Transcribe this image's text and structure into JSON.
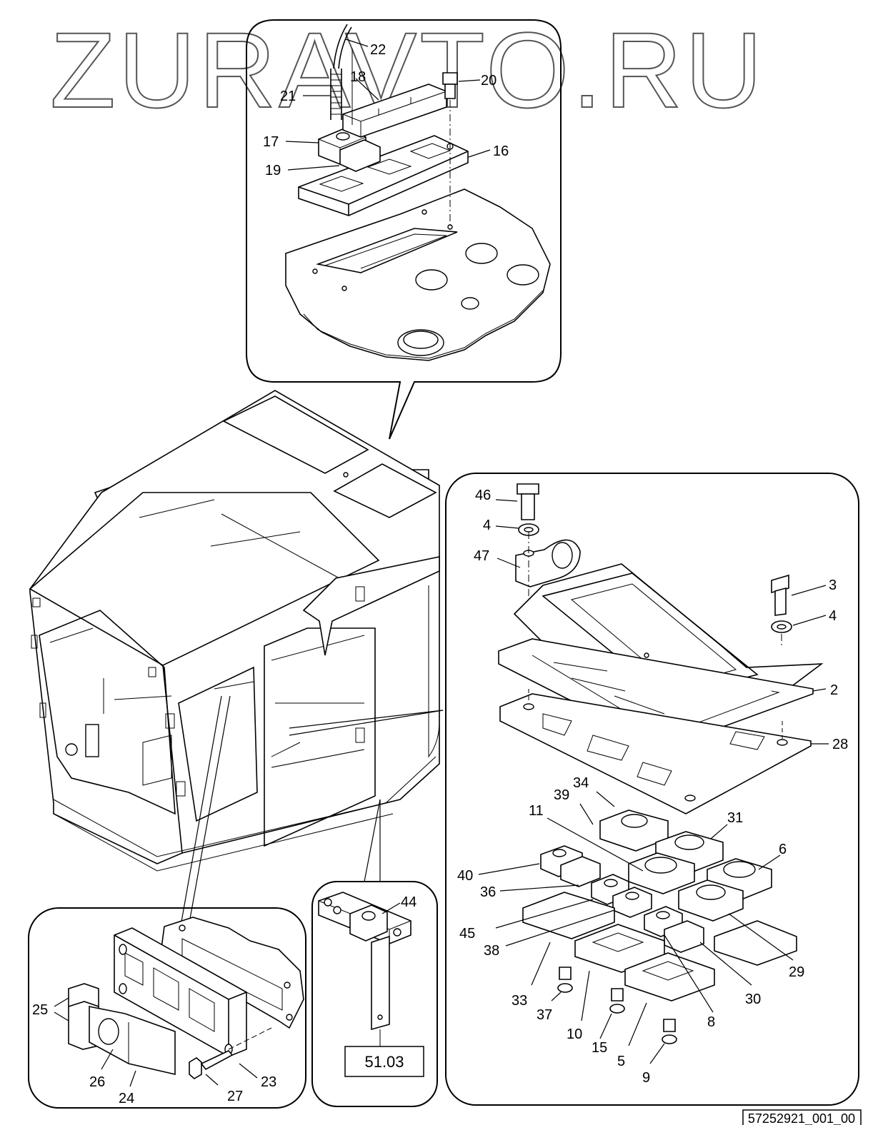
{
  "watermark": "ZURAVTO.RU",
  "drawing_id": "57252921_001_00",
  "reference_box": "51.03",
  "callouts": {
    "top_detail": [
      "22",
      "18",
      "20",
      "21",
      "17",
      "16",
      "19"
    ],
    "right_detail": [
      "46",
      "4",
      "47",
      "3",
      "4",
      "2",
      "28",
      "34",
      "39",
      "11",
      "31",
      "6",
      "40",
      "36",
      "45",
      "38",
      "33",
      "37",
      "10",
      "15",
      "5",
      "9",
      "8",
      "30",
      "29"
    ],
    "bottom_left_detail": [
      "25",
      "26",
      "24",
      "27",
      "23"
    ],
    "bottom_middle_detail": [
      "44"
    ]
  }
}
